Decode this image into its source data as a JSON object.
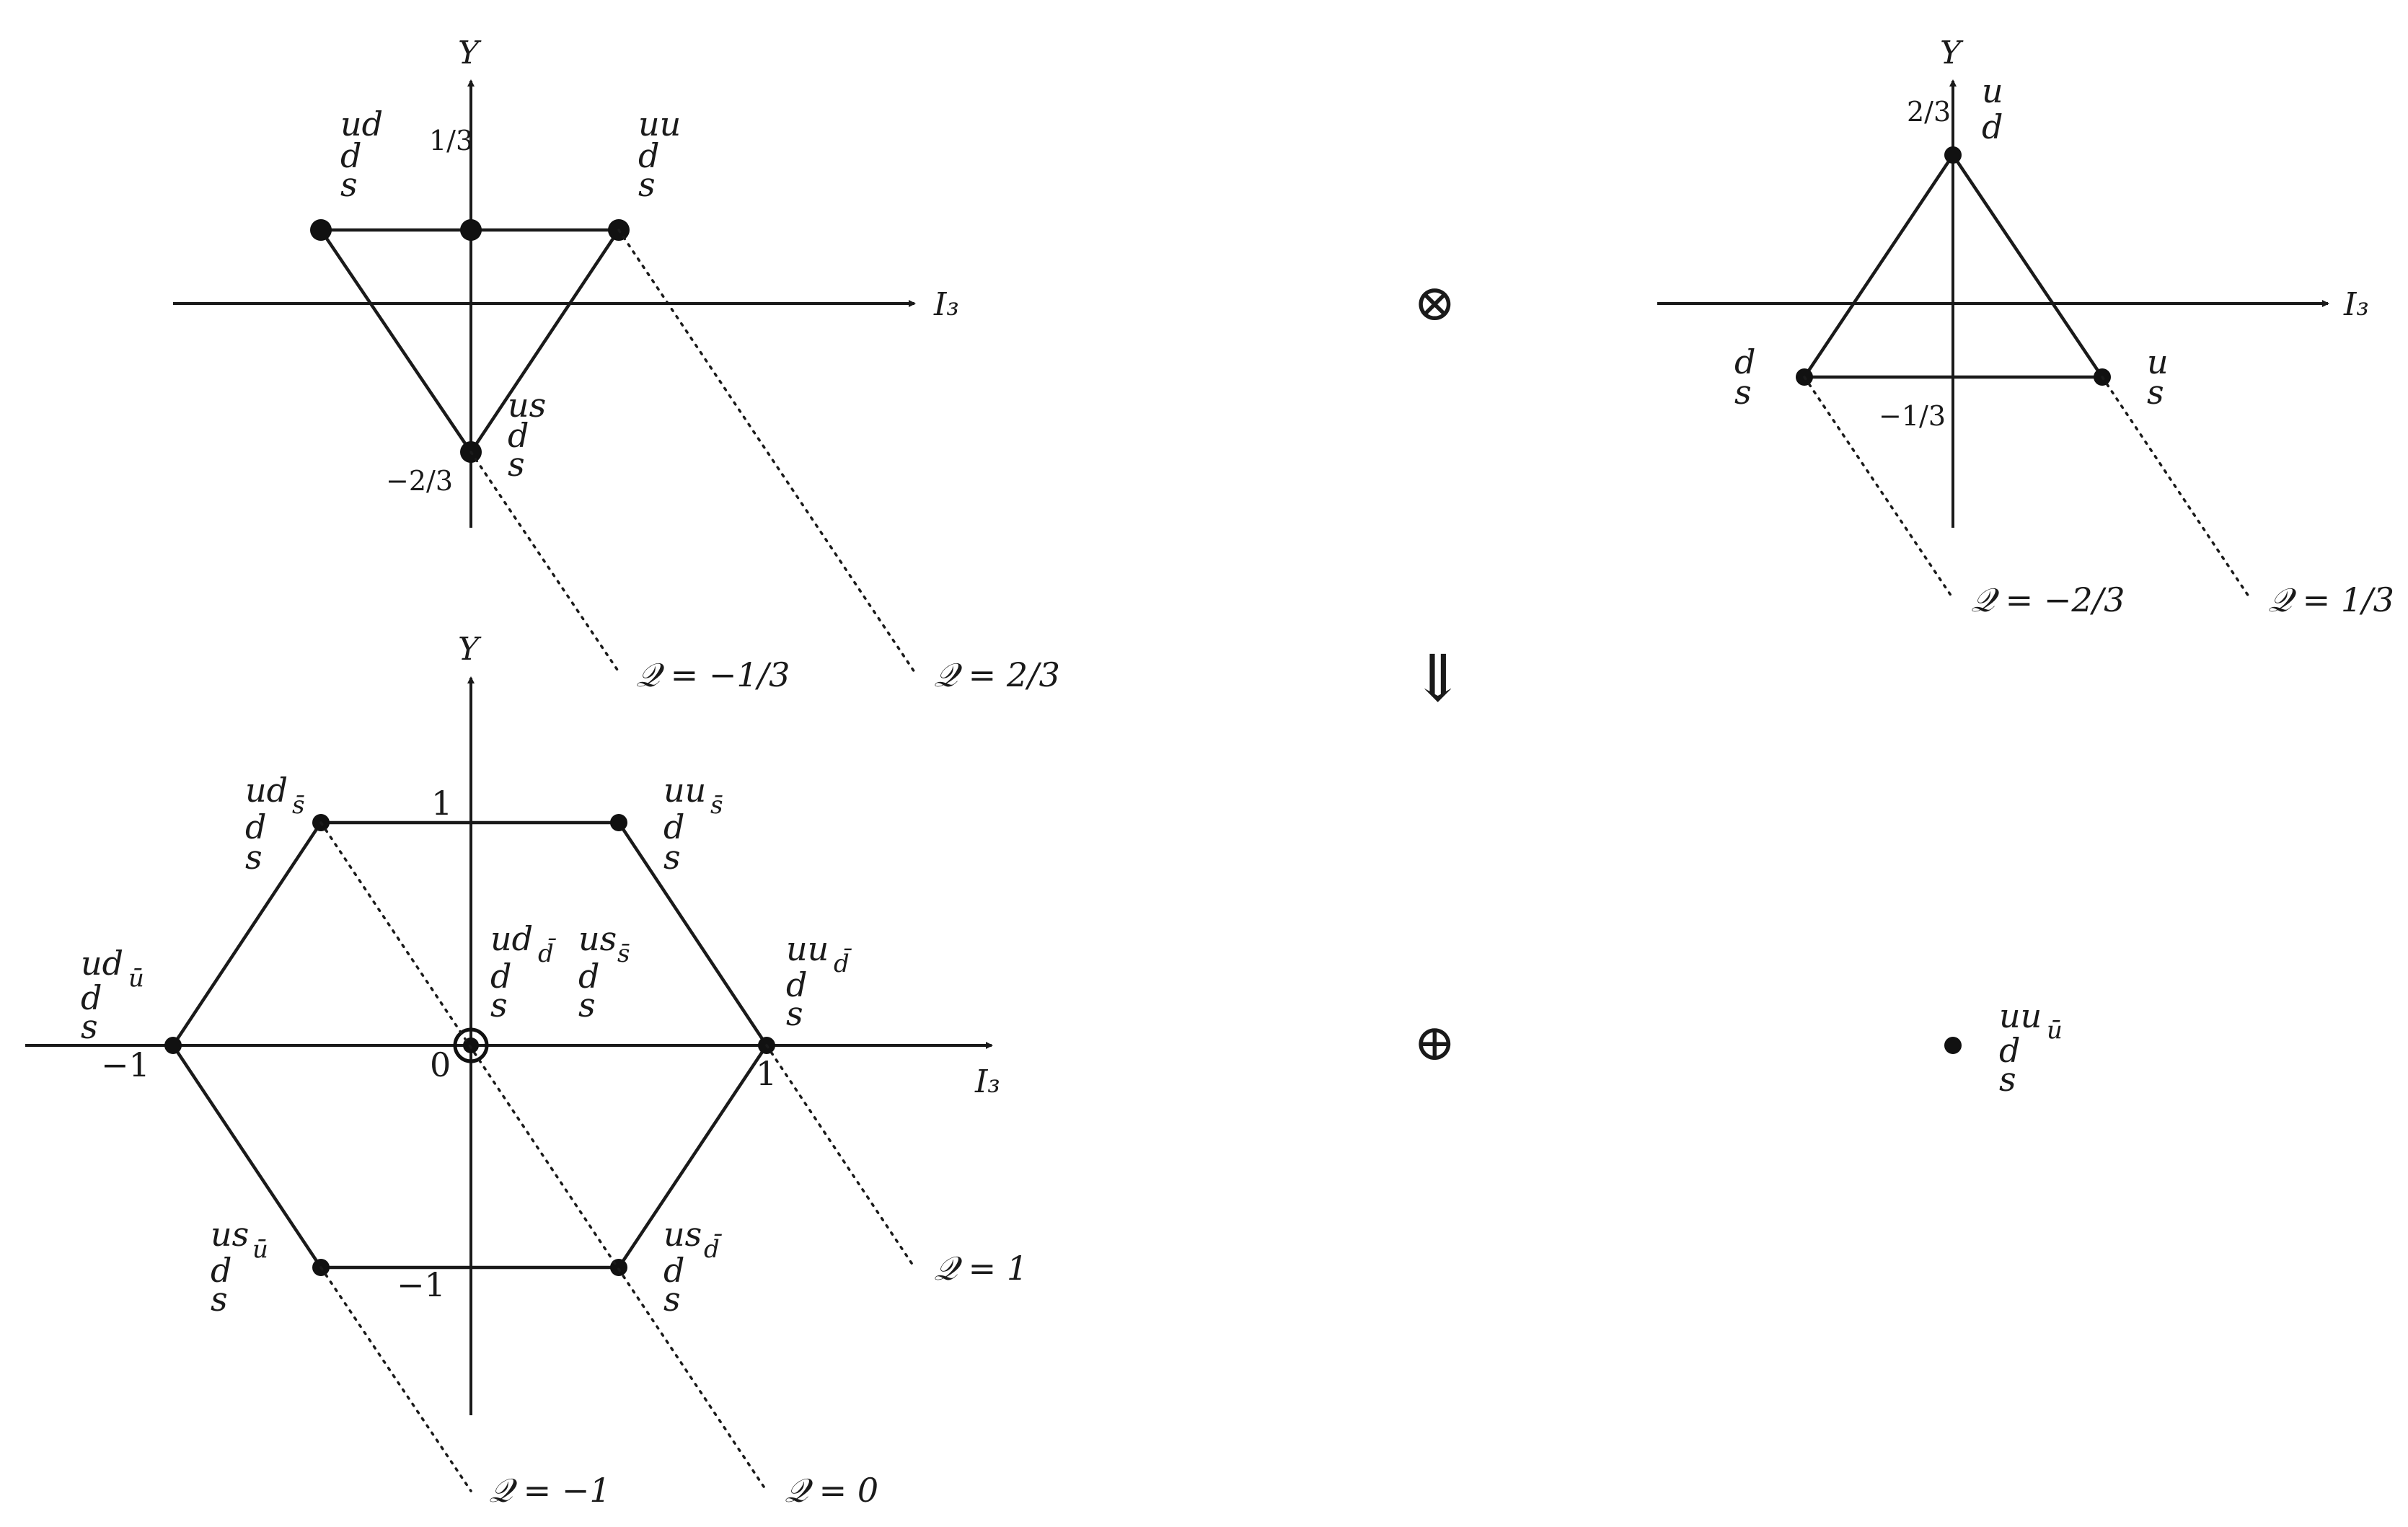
{
  "diagram": {
    "operators": {
      "tensor": "⊗",
      "implies": "⇓",
      "direct_sum": "⊕"
    },
    "top_left": {
      "axis_y": "Y",
      "axis_x": "I₃",
      "tick_top": "1/3",
      "tick_bottom": "−2/3",
      "nodes": [
        {
          "id": "ud",
          "lines": [
            "ud",
            "d",
            "s"
          ]
        },
        {
          "id": "uu",
          "lines": [
            "uu",
            "d",
            "s"
          ]
        },
        {
          "id": "us",
          "lines": [
            "us",
            "d",
            "s"
          ]
        }
      ],
      "charges": [
        "𝒬 = −1/3",
        "𝒬 = 2/3"
      ]
    },
    "top_right": {
      "axis_y": "Y",
      "axis_x": "I₃",
      "tick_top": "2/3",
      "tick_bottom": "−1/3",
      "nodes": [
        {
          "id": "u",
          "lines": [
            "u",
            "d"
          ]
        },
        {
          "id": "d",
          "lines": [
            "d",
            "s"
          ]
        },
        {
          "id": "s",
          "lines": [
            "u",
            "s"
          ]
        }
      ],
      "charges": [
        "𝒬 = −2/3",
        "𝒬 = 1/3"
      ]
    },
    "bottom_left": {
      "axis_y": "Y",
      "axis_x": "I₃",
      "ticks": {
        "y_top": "1",
        "y_bottom": "−1",
        "x_left": "−1",
        "x_origin": "0",
        "x_right": "1"
      },
      "nodes": [
        {
          "id": "uds",
          "lines": [
            "ud",
            "d",
            "s"
          ],
          "sub": "s̄"
        },
        {
          "id": "uus",
          "lines": [
            "uu",
            "d",
            "s"
          ],
          "sub": "s̄"
        },
        {
          "id": "udu",
          "lines": [
            "ud",
            "d",
            "s"
          ],
          "sub": "ū"
        },
        {
          "id": "uud",
          "lines": [
            "uu",
            "d",
            "s"
          ],
          "sub": "d̄"
        },
        {
          "id": "udd",
          "lines": [
            "ud",
            "d",
            "s"
          ],
          "sub": "d̄"
        },
        {
          "id": "uss",
          "lines": [
            "us",
            "d",
            "s"
          ],
          "sub": "s̄"
        },
        {
          "id": "usu",
          "lines": [
            "us",
            "d",
            "s"
          ],
          "sub": "ū"
        },
        {
          "id": "usd",
          "lines": [
            "us",
            "d",
            "s"
          ],
          "sub": "d̄"
        }
      ],
      "charges": [
        "𝒬 = −1",
        "𝒬 = 0",
        "𝒬 = 1"
      ]
    },
    "bottom_right": {
      "node": {
        "lines": [
          "uu",
          "d",
          "s"
        ],
        "sub": "ū"
      }
    }
  }
}
